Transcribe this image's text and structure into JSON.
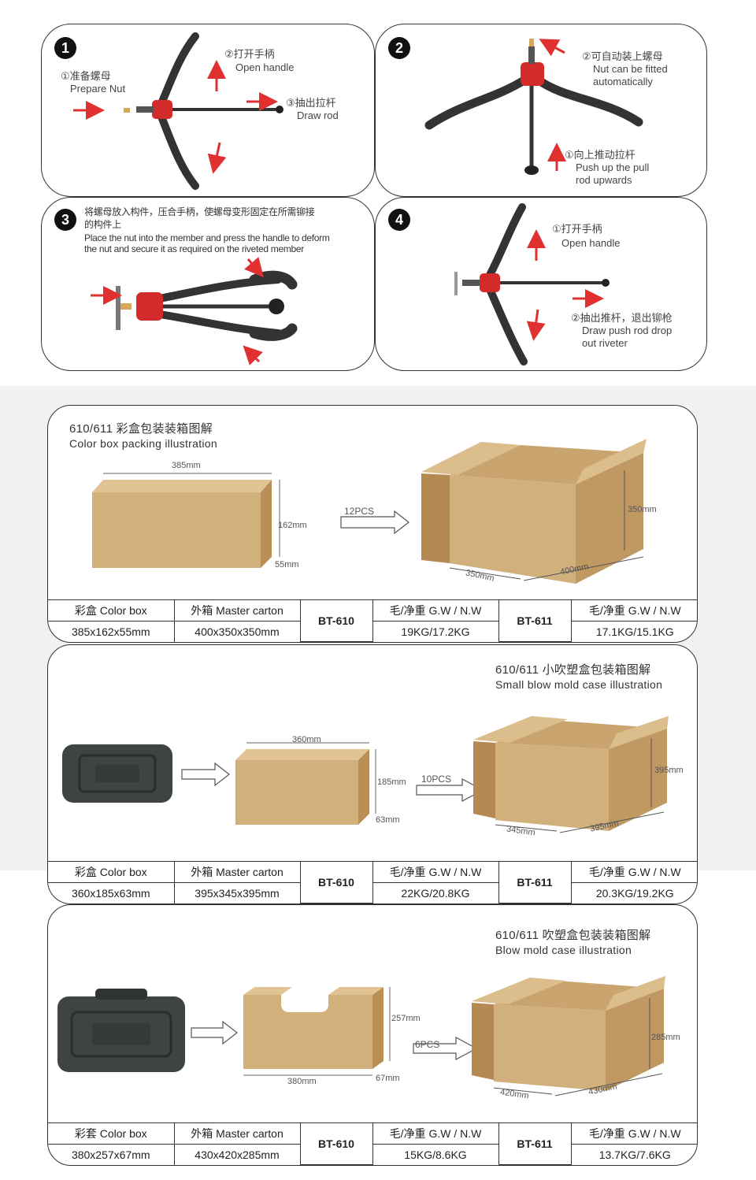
{
  "steps": [
    {
      "num": "1",
      "labels": [
        {
          "cn": "①准备螺母",
          "en": "Prepare Nut"
        },
        {
          "cn": "②打开手柄",
          "en": "Open handle"
        },
        {
          "cn": "③抽出拉杆",
          "en": "Draw rod"
        }
      ]
    },
    {
      "num": "2",
      "labels": [
        {
          "cn": "②可自动装上螺母",
          "en1": "Nut can be fitted",
          "en2": "automatically"
        },
        {
          "cn": "①向上推动拉杆",
          "en1": "Push up the pull",
          "en2": "rod upwards"
        }
      ]
    },
    {
      "num": "3",
      "cn1": "将螺母放入构件，压合手柄，使螺母变形固定在所需铆接",
      "cn2": "的构件上",
      "en1": "Place the nut into the member and press the handle to deform",
      "en2": "the nut and secure it as required on the riveted member"
    },
    {
      "num": "4",
      "labels": [
        {
          "cn": "①打开手柄",
          "en": "Open handle"
        },
        {
          "cn": "②抽出推杆，退出铆枪",
          "en1": "Draw push rod drop",
          "en2": "out riveter"
        }
      ]
    }
  ],
  "packs": [
    {
      "title_cn": "610/611 彩盒包装装箱图解",
      "title_en": "Color box packing illustration",
      "qty": "12PCS",
      "box_dims": [
        "385mm",
        "162mm",
        "55mm"
      ],
      "carton_dims": [
        "350mm",
        "350mm",
        "400mm"
      ],
      "table": {
        "h1": "彩盒 Color box",
        "h2": "外箱 Master carton",
        "m1": "BT-610",
        "h3": "毛/净重 G.W / N.W",
        "m2": "BT-611",
        "h4": "毛/净重 G.W / N.W",
        "v1": "385x162x55mm",
        "v2": "400x350x350mm",
        "v3": "19KG/17.2KG",
        "v4": "17.1KG/15.1KG"
      }
    },
    {
      "title_cn": "610/611 小吹塑盒包装箱图解",
      "title_en": "Small blow mold case illustration",
      "qty": "10PCS",
      "box_dims": [
        "360mm",
        "185mm",
        "63mm"
      ],
      "carton_dims": [
        "395mm",
        "345mm",
        "395mm"
      ],
      "table": {
        "h1": "彩盒 Color box",
        "h2": "外箱 Master carton",
        "m1": "BT-610",
        "h3": "毛/净重 G.W / N.W",
        "m2": "BT-611",
        "h4": "毛/净重 G.W / N.W",
        "v1": "360x185x63mm",
        "v2": "395x345x395mm",
        "v3": "22KG/20.8KG",
        "v4": "20.3KG/19.2KG"
      }
    },
    {
      "title_cn": "610/611 吹塑盒包装装箱图解",
      "title_en": "Blow mold case illustration",
      "qty": "6PCS",
      "box_dims": [
        "257mm",
        "380mm",
        "67mm"
      ],
      "carton_dims": [
        "285mm",
        "420mm",
        "430mm"
      ],
      "table": {
        "h1": "彩套 Color box",
        "h2": "外箱 Master carton",
        "m1": "BT-610",
        "h3": "毛/净重 G.W / N.W",
        "m2": "BT-611",
        "h4": "毛/净重 G.W / N.W",
        "v1": "380x257x67mm",
        "v2": "430x420x285mm",
        "v3": "15KG/8.6KG",
        "v4": "13.7KG/7.6KG"
      }
    }
  ],
  "colors": {
    "tool_red": "#d32a2a",
    "handle": "#3a3a3a",
    "cardboard": "#d2b07c",
    "arrow_red": "#e03030"
  }
}
